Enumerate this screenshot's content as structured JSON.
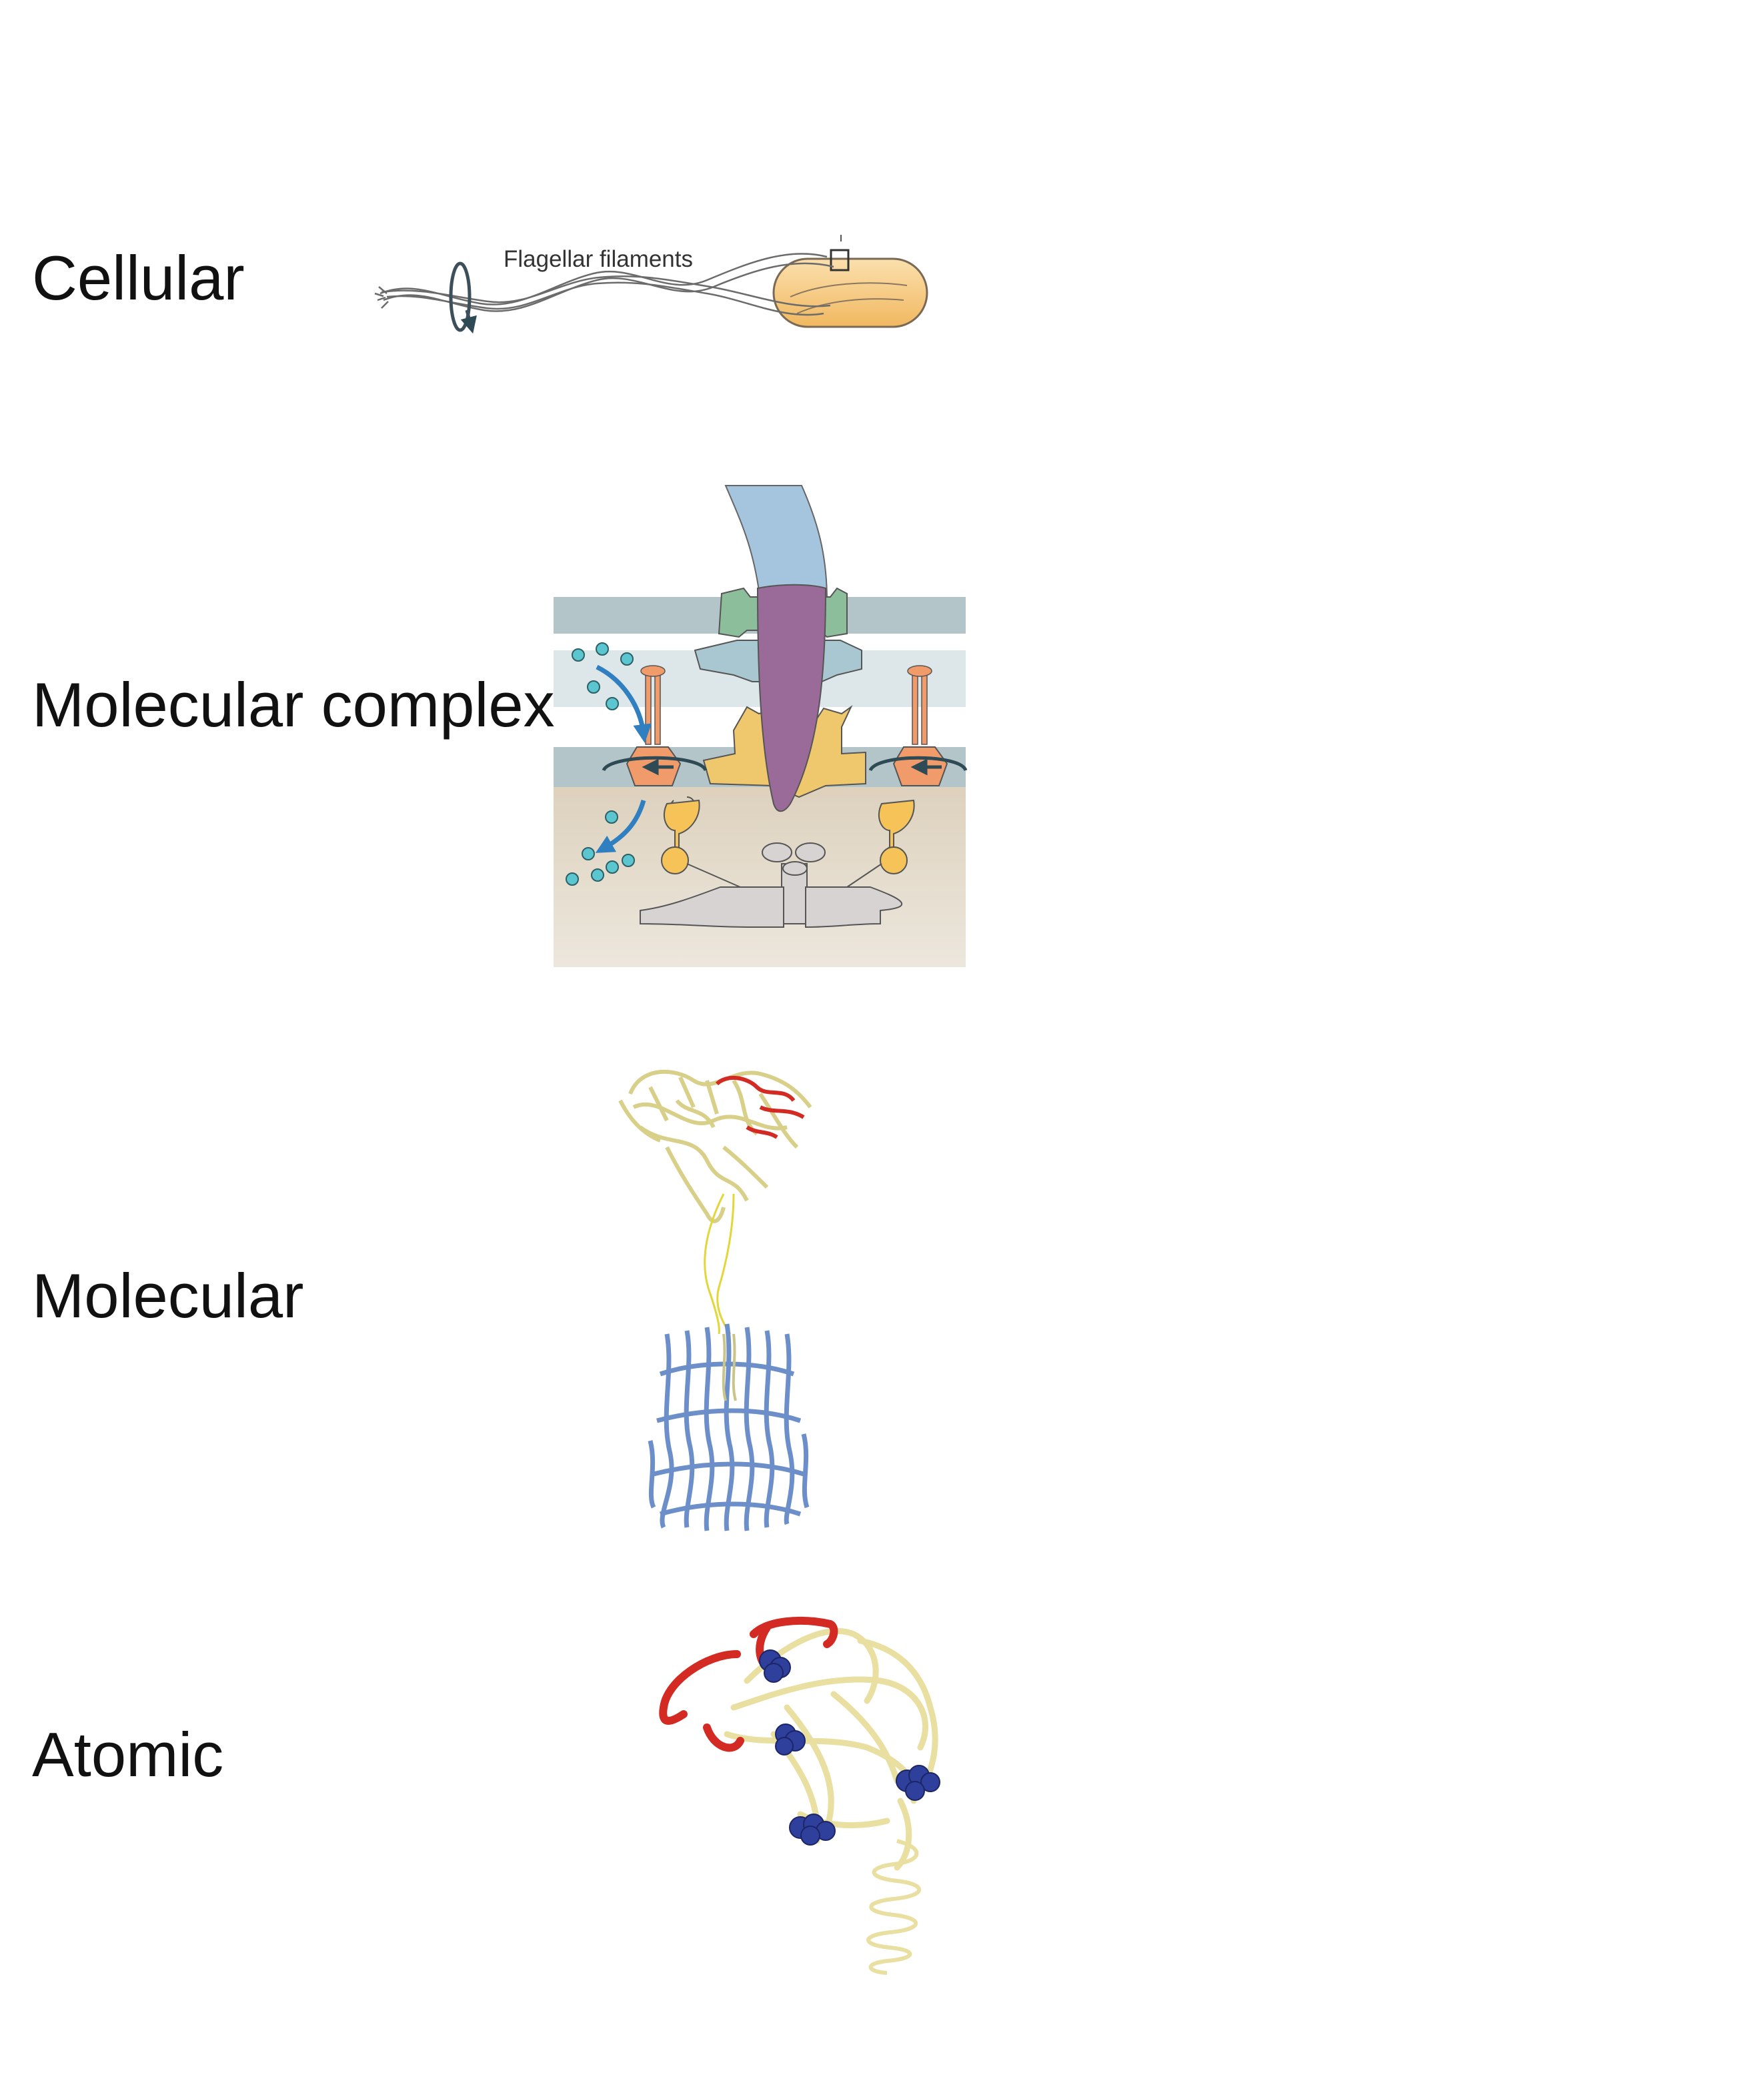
{
  "levels": {
    "cellular": "Cellular",
    "molecular_complex": "Molecular complex",
    "molecular": "Molecular",
    "atomic": "Atomic"
  },
  "cell_illustration": {
    "caption": "Flagellar filaments"
  },
  "colors": {
    "cell_body": "#f6c983",
    "membrane_outer": "#b4c5ca",
    "membrane_inner": "#dde6e8",
    "cytoplasm": "#e4dacb",
    "hook": "#a5c4de",
    "rod": "#9a6a99",
    "l_ring": "#8dbe9c",
    "p_ring": "#a9c7d1",
    "ms_ring": "#efc76c",
    "stator": "#f29b6a",
    "c_ring": "#f5c358",
    "export_apparatus": "#d8d3d3",
    "ions": "#5bc6cf",
    "ion_flow_arrow": "#2f7fc1",
    "protein_ribbon": "#e8dfa0",
    "protein_loop_highlight": "#d42a24",
    "transmembrane_domain": "#6c8fc9",
    "atomic_spheres": "#2f3f9c"
  }
}
